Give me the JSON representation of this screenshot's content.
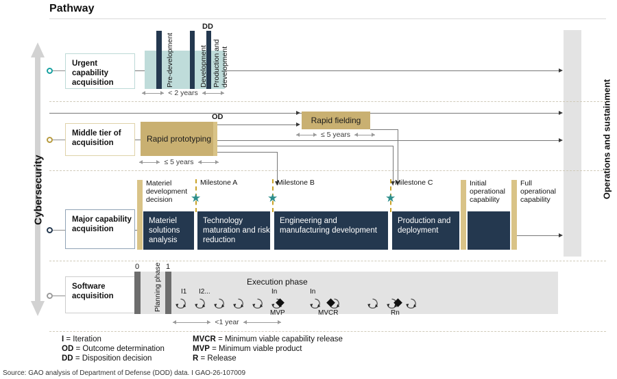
{
  "header": {
    "title": "Pathway"
  },
  "axes": {
    "cybersecurity_label": "Cybersecurity",
    "operations_label": "Operations and sustainment"
  },
  "pathways": [
    {
      "id": "urgent",
      "label": "Urgent capability acquisition",
      "dot_color": "#16A0A0",
      "border_color": "#bcd9d6"
    },
    {
      "id": "middle",
      "label": "Middle tier of acquisition",
      "dot_color": "#B79B3E",
      "border_color": "#ded2a8"
    },
    {
      "id": "major",
      "label": "Major capability acquisition",
      "dot_color": "#24384F",
      "border_color": "#8fa2b5"
    },
    {
      "id": "software",
      "label": "Software acquisition",
      "dot_color": "#9b9b9b",
      "border_color": "#cccccc"
    }
  ],
  "urgent_row": {
    "phases": [
      "Pre-development",
      "Development",
      "Production and development"
    ],
    "marker": "DD",
    "duration": "< 2 years"
  },
  "middle_row": {
    "prototyping": "Rapid prototyping",
    "fielding": "Rapid fielding",
    "outcome_marker": "OD",
    "prototyping_duration": "≤ 5 years",
    "fielding_duration": "≤ 5 years"
  },
  "major_row": {
    "gates": [
      "Materiel development decision",
      "Initial operational capability",
      "Full operational capability"
    ],
    "milestones": [
      "Milestone A",
      "Milestone B",
      "Milestone C"
    ],
    "phases": [
      "Materiel solutions analysis",
      "Technology maturation and risk reduction",
      "Engineering and manufacturing development",
      "Production and deployment"
    ]
  },
  "software_row": {
    "gate_labels": [
      "0",
      "1"
    ],
    "planning_phase": "Planning phase",
    "execution_phase": "Execution phase",
    "iteration_labels": [
      "I1",
      "I2...",
      "In",
      "In"
    ],
    "release_labels": [
      "MVP",
      "MVCR",
      "Rn"
    ],
    "duration": "<1 year"
  },
  "legend": {
    "left": [
      {
        "abbr": "I",
        "text": " = Iteration"
      },
      {
        "abbr": "OD",
        "text": " = Outcome determination"
      },
      {
        "abbr": "DD",
        "text": " = Disposition decision"
      }
    ],
    "right": [
      {
        "abbr": "MVCR",
        "text": " = Minimum viable capability release"
      },
      {
        "abbr": "MVP",
        "text": " = Minimum viable product"
      },
      {
        "abbr": "R",
        "text": " = Release"
      }
    ]
  },
  "source": "Source: GAO analysis of Department of Defense (DOD) data.  I  GAO-26-107009",
  "colors": {
    "gold": "#C9B071",
    "gold_light": "#D9C387",
    "navy": "#24384F",
    "teal_fill": "#BFDCDA",
    "teal_accent": "#2E8F8C",
    "grey_band": "#e3e3e3",
    "milestone_dash": "#C9A227"
  }
}
